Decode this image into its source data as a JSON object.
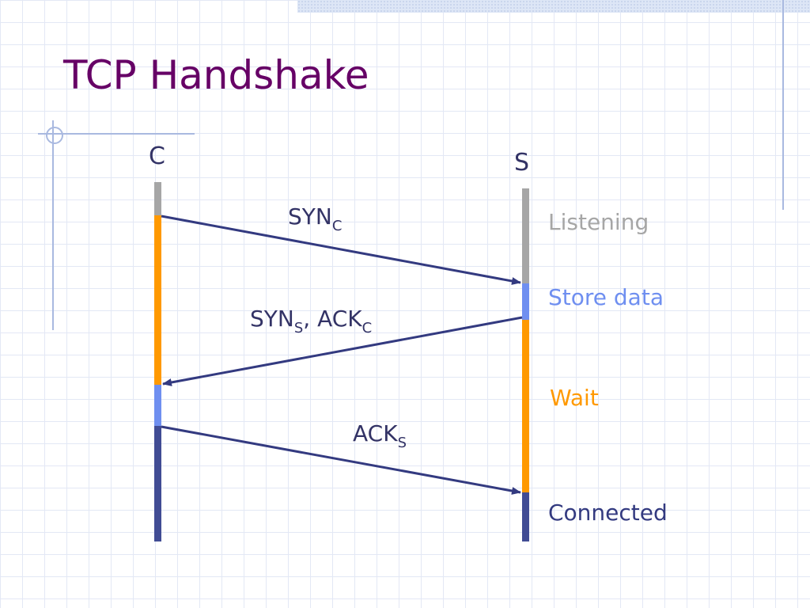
{
  "title": "TCP Handshake",
  "parties": {
    "client": "C",
    "server": "S"
  },
  "messages": [
    {
      "main": "SYN",
      "sub": "C"
    },
    {
      "main1": "SYN",
      "sub1": "S",
      "sep": ", ",
      "main2": "ACK",
      "sub2": "C"
    },
    {
      "main": "ACK",
      "sub": "S"
    }
  ],
  "states": {
    "listening": "Listening",
    "store": "Store data",
    "wait": "Wait",
    "connected": "Connected"
  },
  "colors": {
    "title": "#660066",
    "idle": "#a6a6a6",
    "store": "#6f8ff0",
    "wait": "#ff9900",
    "connected": "#414c94",
    "arrow": "#333a80",
    "party_text": "#333366"
  }
}
